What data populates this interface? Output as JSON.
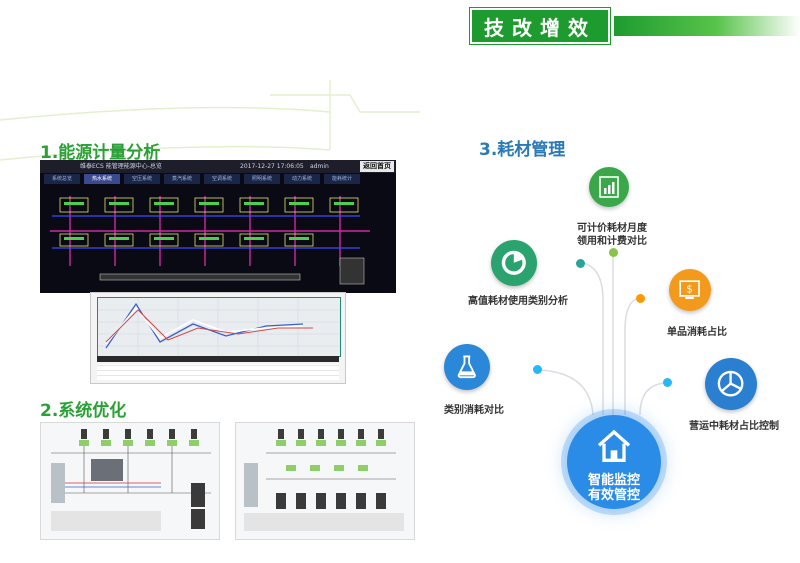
{
  "banner": {
    "title": "技改增效"
  },
  "sections": {
    "energy": "1.能源计量分析",
    "system": "2.系统优化",
    "material": "3.耗材管理"
  },
  "energy_panel": {
    "header_left": "维泰ECS 能管理能源中心-总览",
    "header_time": "2017-12-27 17:06:05",
    "header_user": "admin",
    "return_button": "返回首页",
    "tabs": [
      "系统总览",
      "热水系统",
      "空压系统",
      "蒸汽系统",
      "空调系统",
      "照明系统",
      "动力系统",
      "能耗统计"
    ]
  },
  "material": {
    "center_line1": "智能监控",
    "center_line2": "有效管控",
    "items": [
      {
        "label_line1": "可计价耗材月度",
        "label_line2": "领用和计费对比",
        "icon": "bar-chart-icon",
        "color": "#3aa84a"
      },
      {
        "label_line1": "高值耗材使用类别分析",
        "label_line2": "",
        "icon": "donut-chart-icon",
        "color": "#2aa36f"
      },
      {
        "label_line1": "单品消耗占比",
        "label_line2": "",
        "icon": "dollar-chart-icon",
        "color": "#f39a1c"
      },
      {
        "label_line1": "类别消耗对比",
        "label_line2": "",
        "icon": "flask-icon",
        "color": "#2b88d8"
      },
      {
        "label_line1": "营运中耗材占比控制",
        "label_line2": "",
        "icon": "pie-chart-icon",
        "color": "#2b7fd1"
      }
    ]
  },
  "colors": {
    "green": "#1d9b2f",
    "blue": "#2b8ce8",
    "teal": "#1f8a7a"
  }
}
